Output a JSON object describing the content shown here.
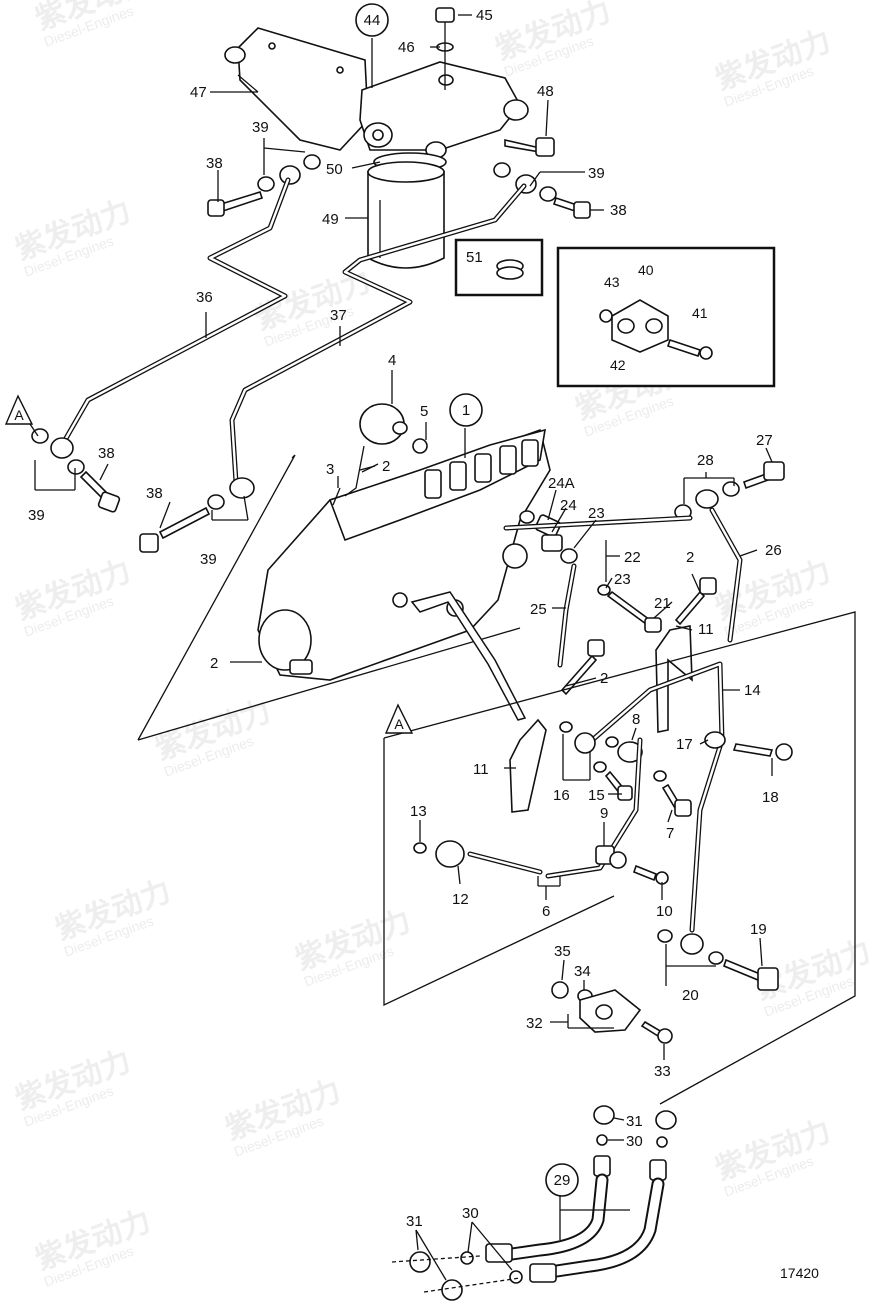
{
  "drawing_number": "17420",
  "watermark": {
    "brand": "紫发动力",
    "sub": "Diesel-Engines"
  },
  "callouts": [
    {
      "id": "c44",
      "text": "44",
      "circled": true
    },
    {
      "id": "c45",
      "text": "45"
    },
    {
      "id": "c46",
      "text": "46"
    },
    {
      "id": "c47",
      "text": "47"
    },
    {
      "id": "c48",
      "text": "48"
    },
    {
      "id": "c39a",
      "text": "39"
    },
    {
      "id": "c38a",
      "text": "38"
    },
    {
      "id": "c50",
      "text": "50"
    },
    {
      "id": "c39b",
      "text": "39"
    },
    {
      "id": "c38b",
      "text": "38"
    },
    {
      "id": "c49",
      "text": "49"
    },
    {
      "id": "c51",
      "text": "51"
    },
    {
      "id": "c43",
      "text": "43"
    },
    {
      "id": "c40",
      "text": "40"
    },
    {
      "id": "c41",
      "text": "41"
    },
    {
      "id": "c42",
      "text": "42"
    },
    {
      "id": "c36",
      "text": "36"
    },
    {
      "id": "c37",
      "text": "37"
    },
    {
      "id": "c4",
      "text": "4"
    },
    {
      "id": "c5",
      "text": "5"
    },
    {
      "id": "c1",
      "text": "1",
      "circled": true
    },
    {
      "id": "cA1",
      "text": "A",
      "triangle": true
    },
    {
      "id": "c38c",
      "text": "38"
    },
    {
      "id": "c3",
      "text": "3"
    },
    {
      "id": "c2a",
      "text": "2"
    },
    {
      "id": "c27",
      "text": "27"
    },
    {
      "id": "c28",
      "text": "28"
    },
    {
      "id": "c39c",
      "text": "39"
    },
    {
      "id": "c38d",
      "text": "38"
    },
    {
      "id": "c39d",
      "text": "39"
    },
    {
      "id": "c24A",
      "text": "24A"
    },
    {
      "id": "c24",
      "text": "24"
    },
    {
      "id": "c23a",
      "text": "23"
    },
    {
      "id": "c26",
      "text": "26"
    },
    {
      "id": "c22",
      "text": "22"
    },
    {
      "id": "c23b",
      "text": "23"
    },
    {
      "id": "c2b",
      "text": "2"
    },
    {
      "id": "c25",
      "text": "25"
    },
    {
      "id": "c21",
      "text": "21"
    },
    {
      "id": "c11a",
      "text": "11"
    },
    {
      "id": "c2c",
      "text": "2"
    },
    {
      "id": "c2d",
      "text": "2"
    },
    {
      "id": "c14",
      "text": "14"
    },
    {
      "id": "cA2",
      "text": "A",
      "triangle": true
    },
    {
      "id": "c17",
      "text": "17"
    },
    {
      "id": "c8",
      "text": "8"
    },
    {
      "id": "c11b",
      "text": "11"
    },
    {
      "id": "c18",
      "text": "18"
    },
    {
      "id": "c16",
      "text": "16"
    },
    {
      "id": "c15",
      "text": "15"
    },
    {
      "id": "c13",
      "text": "13"
    },
    {
      "id": "c7",
      "text": "7"
    },
    {
      "id": "c9",
      "text": "9"
    },
    {
      "id": "c12",
      "text": "12"
    },
    {
      "id": "c10",
      "text": "10"
    },
    {
      "id": "c6",
      "text": "6"
    },
    {
      "id": "c19",
      "text": "19"
    },
    {
      "id": "c35",
      "text": "35"
    },
    {
      "id": "c34",
      "text": "34"
    },
    {
      "id": "c20",
      "text": "20"
    },
    {
      "id": "c32",
      "text": "32"
    },
    {
      "id": "c33",
      "text": "33"
    },
    {
      "id": "c31a",
      "text": "31"
    },
    {
      "id": "c30a",
      "text": "30"
    },
    {
      "id": "c29",
      "text": "29",
      "circled": true
    },
    {
      "id": "c31b",
      "text": "31"
    },
    {
      "id": "c30b",
      "text": "30"
    }
  ]
}
